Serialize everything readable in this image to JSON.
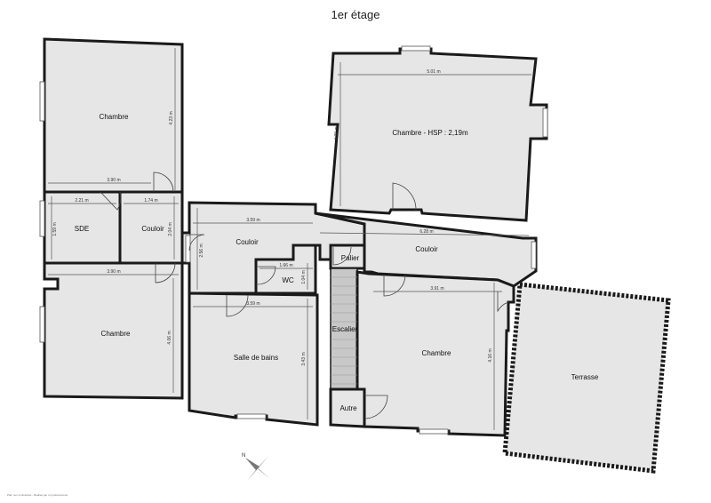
{
  "title": "1er étage",
  "rooms": {
    "chambre_nw": "Chambre",
    "sde": "SDE",
    "couloir_w": "Couloir",
    "chambre_sw": "Chambre",
    "chambre_hsp": "Chambre - HSP : 2,19m",
    "couloir_center": "Couloir",
    "couloir_e": "Couloir",
    "wc": "WC",
    "palier": "Palier",
    "salle_de_bains": "Salle de bains",
    "escalier": "Escalier",
    "chambre_se": "Chambre",
    "autre": "Autre",
    "terrasse": "Terrasse"
  },
  "dimensions": {
    "chambre_nw_w": "3.90 m",
    "chambre_nw_h": "4.23 m",
    "sde_w": "2.21 m",
    "sde_h": "1.59 m",
    "couloir_w_w": "1.74 m",
    "couloir_w_h": "2.04 m",
    "chambre_sw_w": "3.90 m",
    "chambre_sw_h": "4.06 m",
    "chambre_hsp_w": "5.01 m",
    "chambre_hsp_h": "4.30 m",
    "couloir_c_w": "3.59 m",
    "couloir_c_h": "2.56 m",
    "couloir_e_w": "6.28 m",
    "wc_w": "1.66 m",
    "wc_h": "1.04 m",
    "sdb_w": "3.59 m",
    "sdb_h": "3.43 m",
    "chambre_se_w": "3.91 m",
    "chambre_se_h": "4.16 m"
  },
  "compass_letter": "N",
  "footer_note": "Plan non contractuel - Réalisé par un professionnel"
}
